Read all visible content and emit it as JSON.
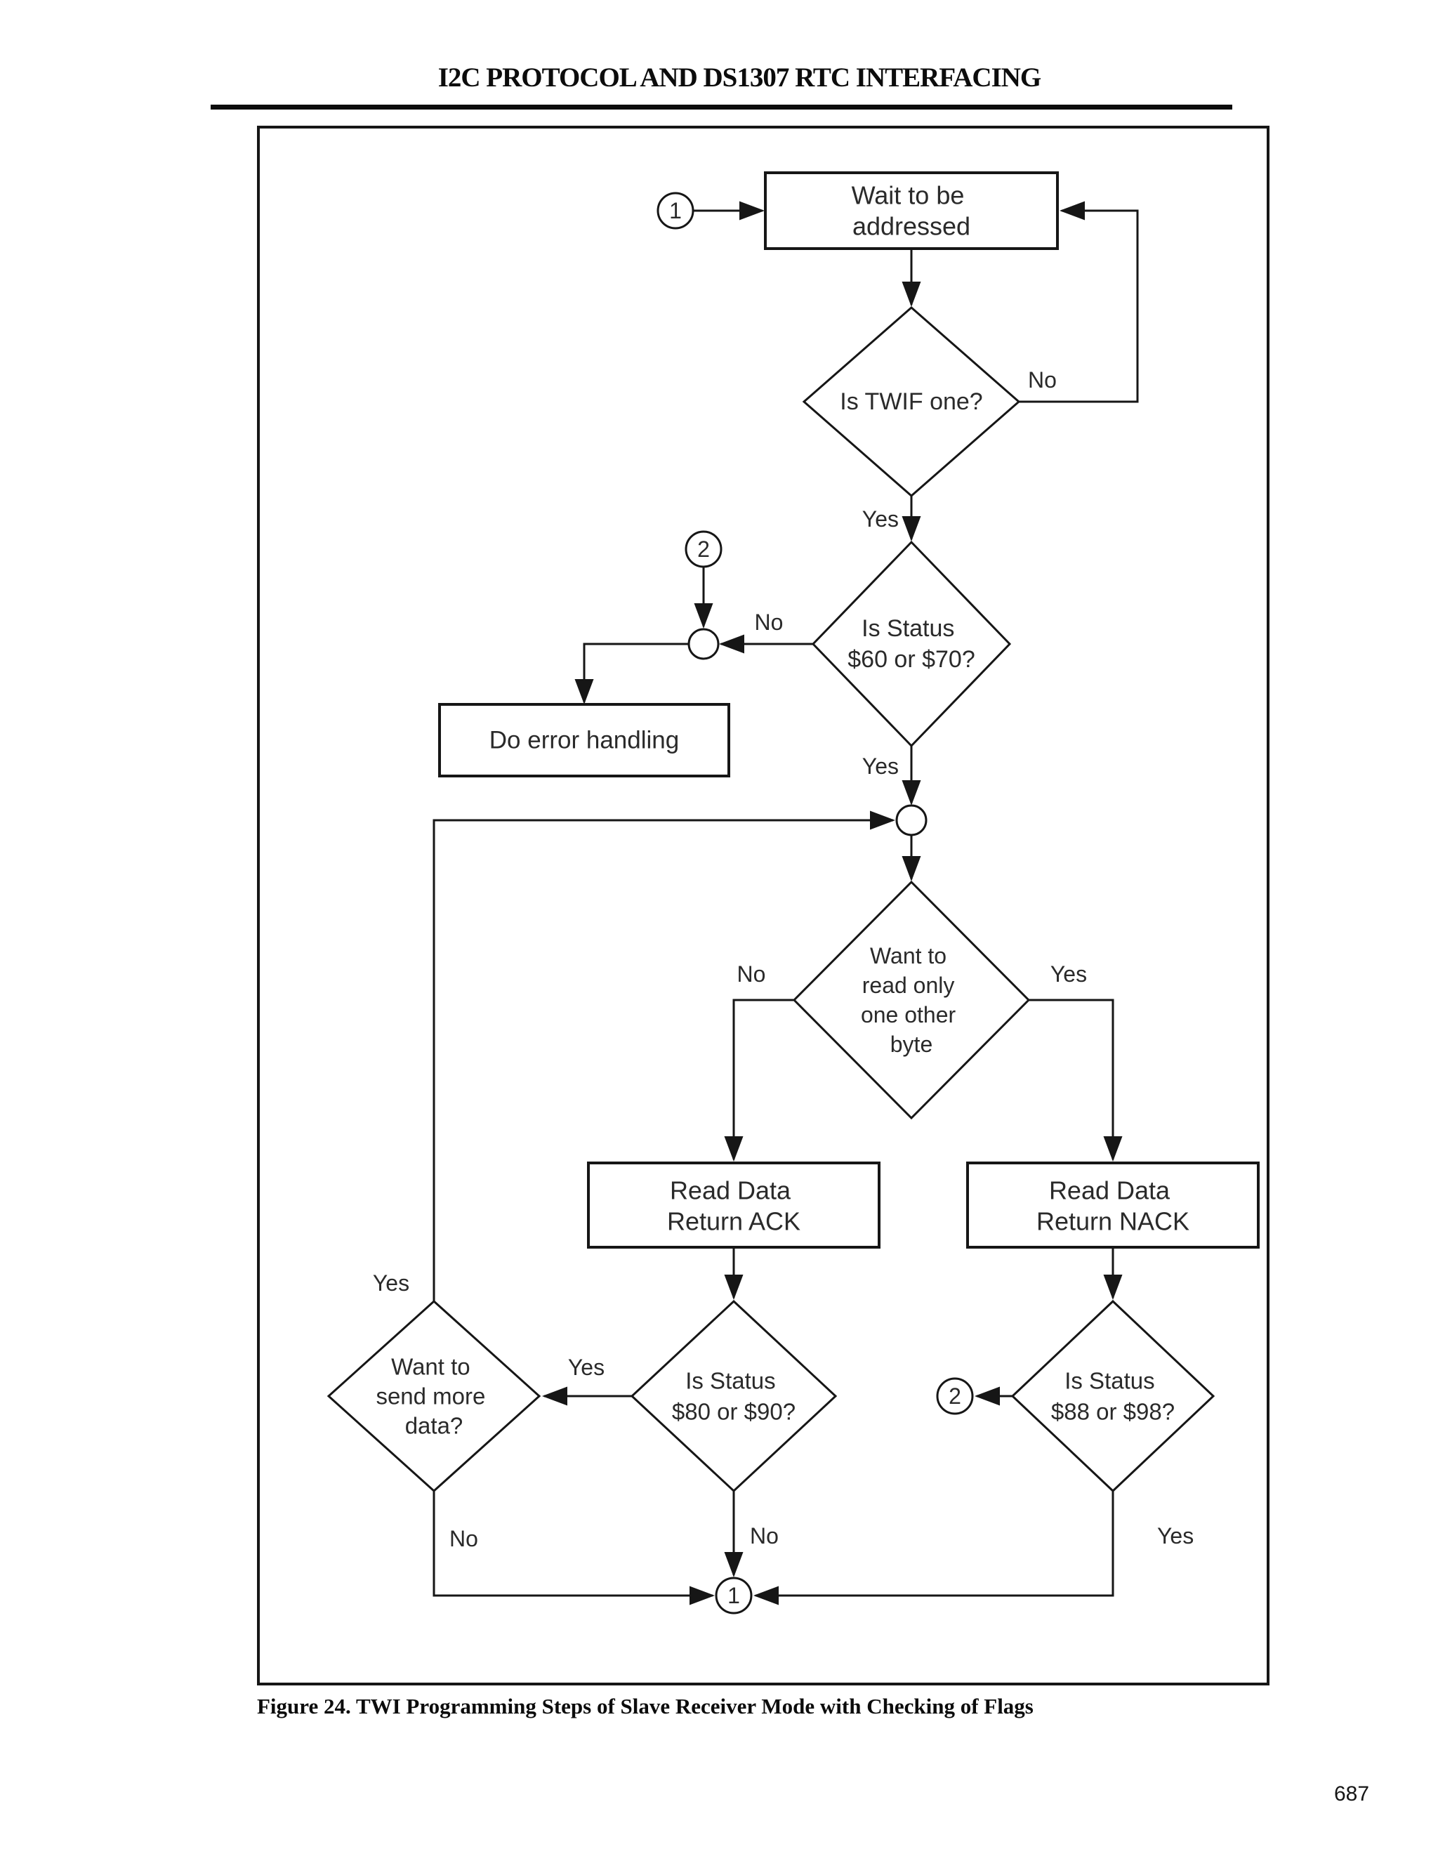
{
  "page": {
    "title": "I2C PROTOCOL AND DS1307 RTC INTERFACING",
    "caption": "Figure 24. TWI Programming Steps of Slave Receiver Mode with Checking of Flags",
    "page_number": "687"
  },
  "colors": {
    "ink": "#161616",
    "paper": "#ffffff"
  },
  "flowchart": {
    "connector_markers": {
      "start_top": "1",
      "jump_top": "2",
      "jump_bottom": "2",
      "end_bottom": "1"
    },
    "nodes": {
      "wait_box": {
        "line1": "Wait to be",
        "line2": "addressed"
      },
      "twif_diamond": {
        "line1": "Is TWIF one?"
      },
      "status_60_70_diamond": {
        "line1": "Is Status",
        "line2": "$60 or $70?"
      },
      "error_box": {
        "line1": "Do error handling"
      },
      "read_one_byte_diamond": {
        "line1": "Want to",
        "line2": "read only",
        "line3": "one other",
        "line4": "byte"
      },
      "read_ack_box": {
        "line1": "Read Data",
        "line2": "Return ACK"
      },
      "read_nack_box": {
        "line1": "Read Data",
        "line2": "Return NACK"
      },
      "status_80_90_diamond": {
        "line1": "Is Status",
        "line2": "$80 or $90?"
      },
      "send_more_diamond": {
        "line1": "Want to",
        "line2": "send more",
        "line3": "data?"
      },
      "status_88_98_diamond": {
        "line1": "Is Status",
        "line2": "$88 or $98?"
      }
    },
    "labels": {
      "twif_no": "No",
      "twif_yes": "Yes",
      "status60_no": "No",
      "status60_yes": "Yes",
      "read_no": "No",
      "read_yes": "Yes",
      "status80_yes": "Yes",
      "status80_no": "No",
      "send_yes": "Yes",
      "send_no": "No",
      "status88_yes": "Yes"
    }
  }
}
